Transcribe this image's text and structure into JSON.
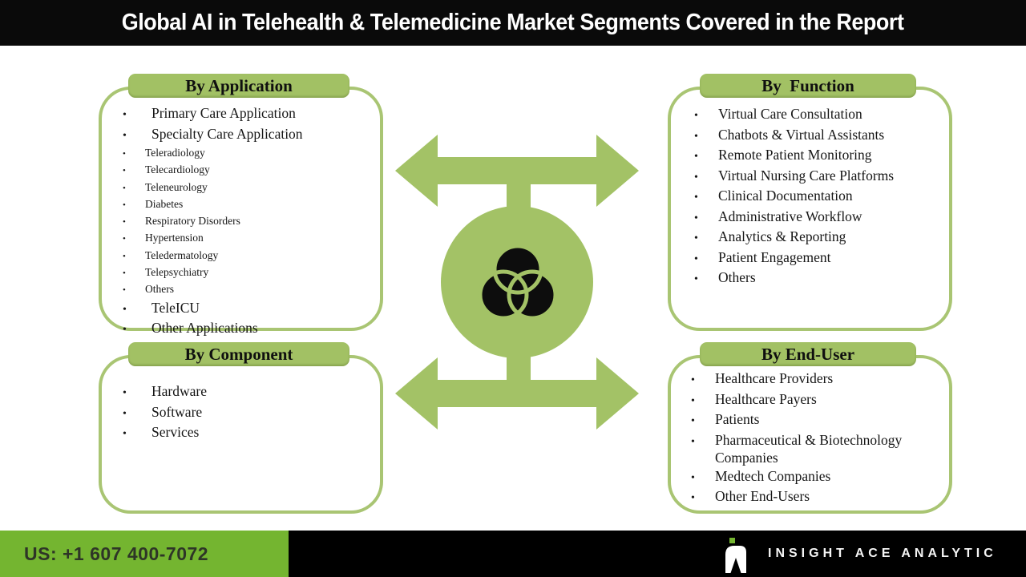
{
  "title": "Global AI in Telehealth & Telemedicine Market Segments Covered in the Report",
  "bullet_glyph": "•",
  "colors": {
    "figure_green": "#a3c266",
    "box_border_green": "#a9c573",
    "ribbon_green": "#a2c164",
    "vivid_green": "#74b530",
    "band_black": "#0a0a0a",
    "text_dark": "#161616"
  },
  "icons": {
    "center": "venn-diagram-icon",
    "connectors": "double-headed-arrow-icon",
    "logo": "insight-ace-logo"
  },
  "boxes": [
    {
      "id": "application",
      "header": "By Application",
      "items": [
        {
          "label": "Primary Care Application"
        },
        {
          "label": "Specialty Care Application",
          "sub": [
            "Teleradiology",
            "Telecardiology",
            "Teleneurology",
            "Diabetes",
            "Respiratory Disorders",
            "Hypertension",
            "Teledermatology",
            "Telepsychiatry",
            "Others"
          ]
        },
        {
          "label": "TeleICU"
        },
        {
          "label": "Other Applications"
        }
      ]
    },
    {
      "id": "function",
      "header": "By  Function",
      "items": [
        {
          "label": "Virtual Care Consultation"
        },
        {
          "label": "Chatbots & Virtual Assistants"
        },
        {
          "label": "Remote Patient Monitoring"
        },
        {
          "label": "Virtual Nursing Care Platforms"
        },
        {
          "label": "Clinical Documentation"
        },
        {
          "label": "Administrative Workflow"
        },
        {
          "label": "Analytics & Reporting"
        },
        {
          "label": "Patient Engagement"
        },
        {
          "label": "Others"
        }
      ]
    },
    {
      "id": "component",
      "header": "By Component",
      "items": [
        {
          "label": "Hardware"
        },
        {
          "label": "Software"
        },
        {
          "label": "Services"
        }
      ]
    },
    {
      "id": "end-user",
      "header": "By End-User",
      "items": [
        {
          "label": "Healthcare Providers"
        },
        {
          "label": "Healthcare Payers"
        },
        {
          "label": "Patients"
        },
        {
          "label": "Pharmaceutical & Biotechnology Companies"
        },
        {
          "label": "Medtech Companies"
        },
        {
          "label": "Other End-Users"
        }
      ]
    }
  ],
  "footer": {
    "phone": "US: +1 607 400-7072",
    "brand": "INSIGHT ACE ANALYTIC"
  }
}
